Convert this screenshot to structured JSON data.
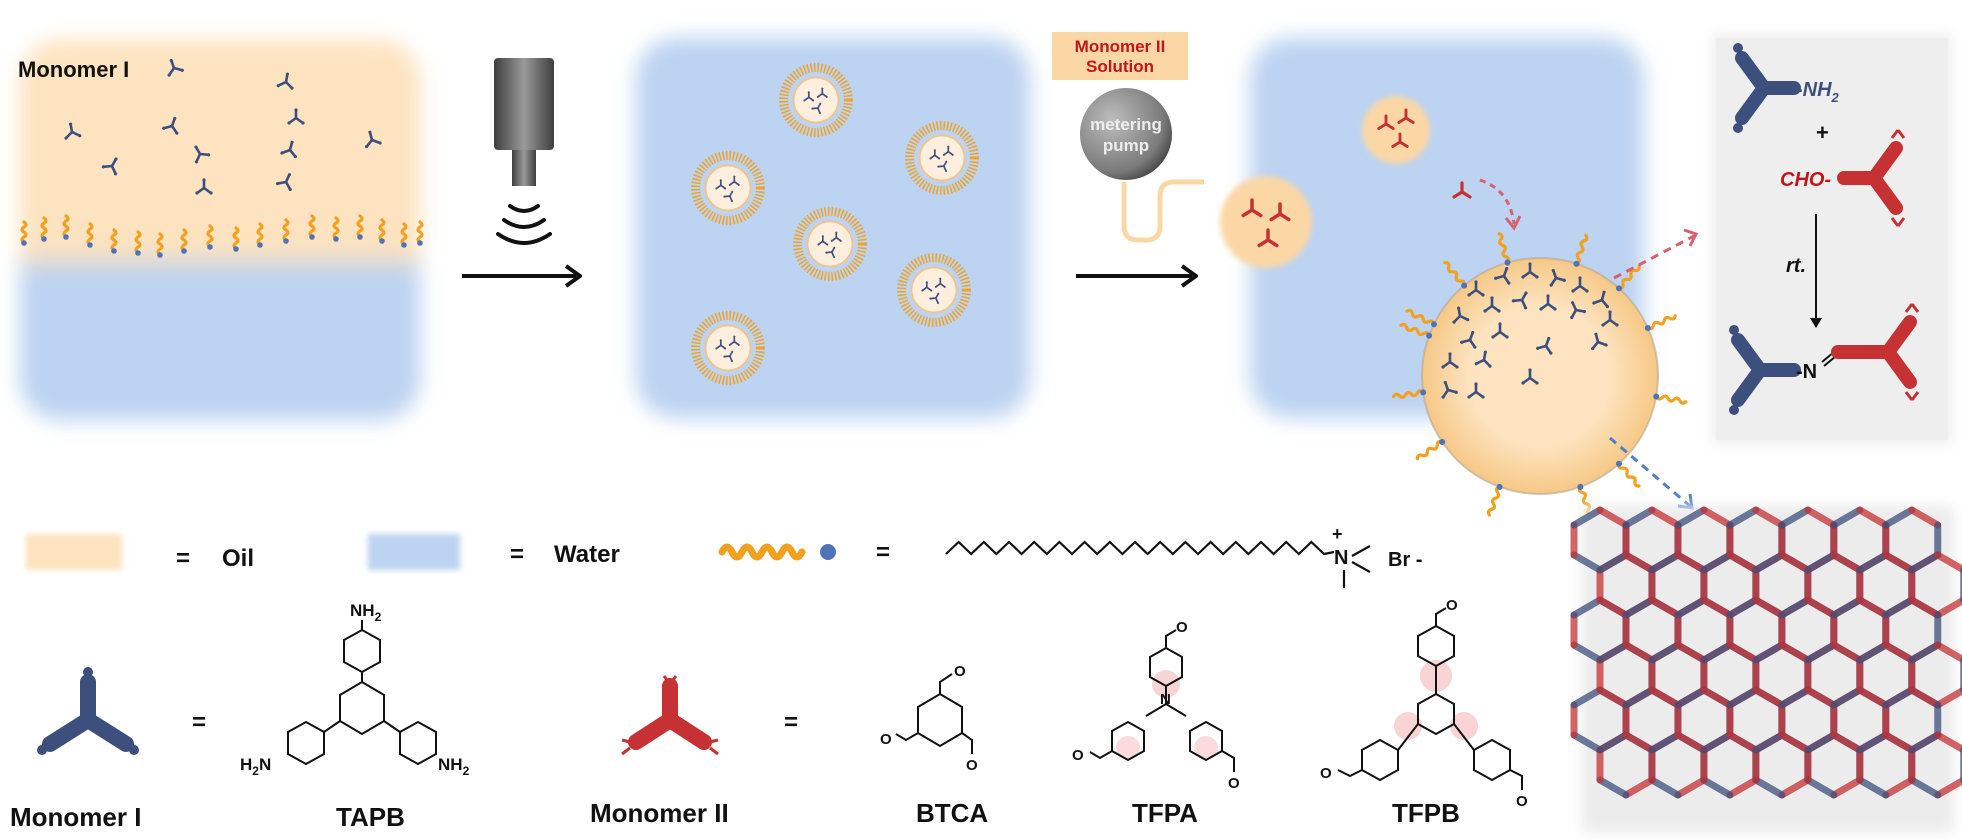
{
  "colors": {
    "oil": "#fde3bf",
    "water": "#bcd3f1",
    "tail": "#f2a11f",
    "head": "#4f73b8",
    "monomer1": "#3d4f7c",
    "monomer2": "#c63133",
    "panel": "#efefef",
    "arrow": "#111111",
    "red_arrow": "#d9606e",
    "blue_arrow": "#4e7fc8",
    "label_red": "#c0171d"
  },
  "stage1": {
    "label": "Monomer I"
  },
  "stage3": {
    "box_label": "Monomer II\nSolution",
    "box_label_line1": "Monomer II",
    "box_label_line2": "Solution",
    "pump_line1": "metering",
    "pump_line2": "pump"
  },
  "reaction": {
    "nh2": "-NH",
    "nh2_sub": "2",
    "plus": "+",
    "cho": "CHO-",
    "condition": "rt.",
    "imine": "-N"
  },
  "legend": {
    "eq": "=",
    "oil": "Oil",
    "water": "Water",
    "br": "Br -",
    "plus": "+",
    "n": "N"
  },
  "bottom": {
    "eq": "=",
    "monomer1": "Monomer I",
    "monomer2": "Monomer II",
    "tapb": "TAPB",
    "btca": "BTCA",
    "tfpa": "TFPA",
    "tfpb": "TFPB",
    "nh2": "NH",
    "nh2_left": "H",
    "n_sub": "2",
    "n_center": "N",
    "o": "O"
  },
  "icons": [
    "ultrasound-probe-icon",
    "metering-pump-icon",
    "monomer-i-glyph",
    "monomer-ii-glyph",
    "surfactant-glyph"
  ]
}
